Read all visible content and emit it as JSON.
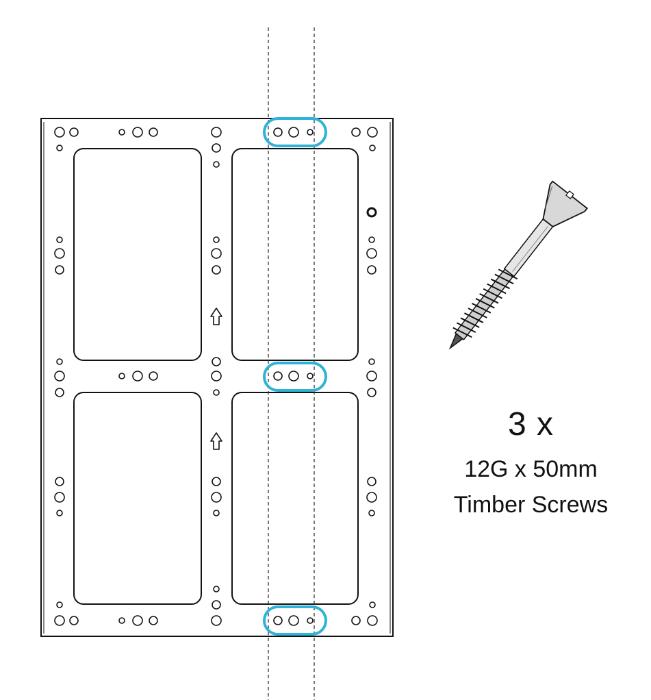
{
  "labels": {
    "quantity": "3 x",
    "screw_size": "12G x 50mm",
    "screw_type": "Timber Screws"
  },
  "colors": {
    "line": "#111111",
    "highlight": "#2fb3d6",
    "stud_line": "#333333"
  },
  "icons": {
    "arrow": "up-arrow-icon",
    "screw": "screw-icon"
  }
}
